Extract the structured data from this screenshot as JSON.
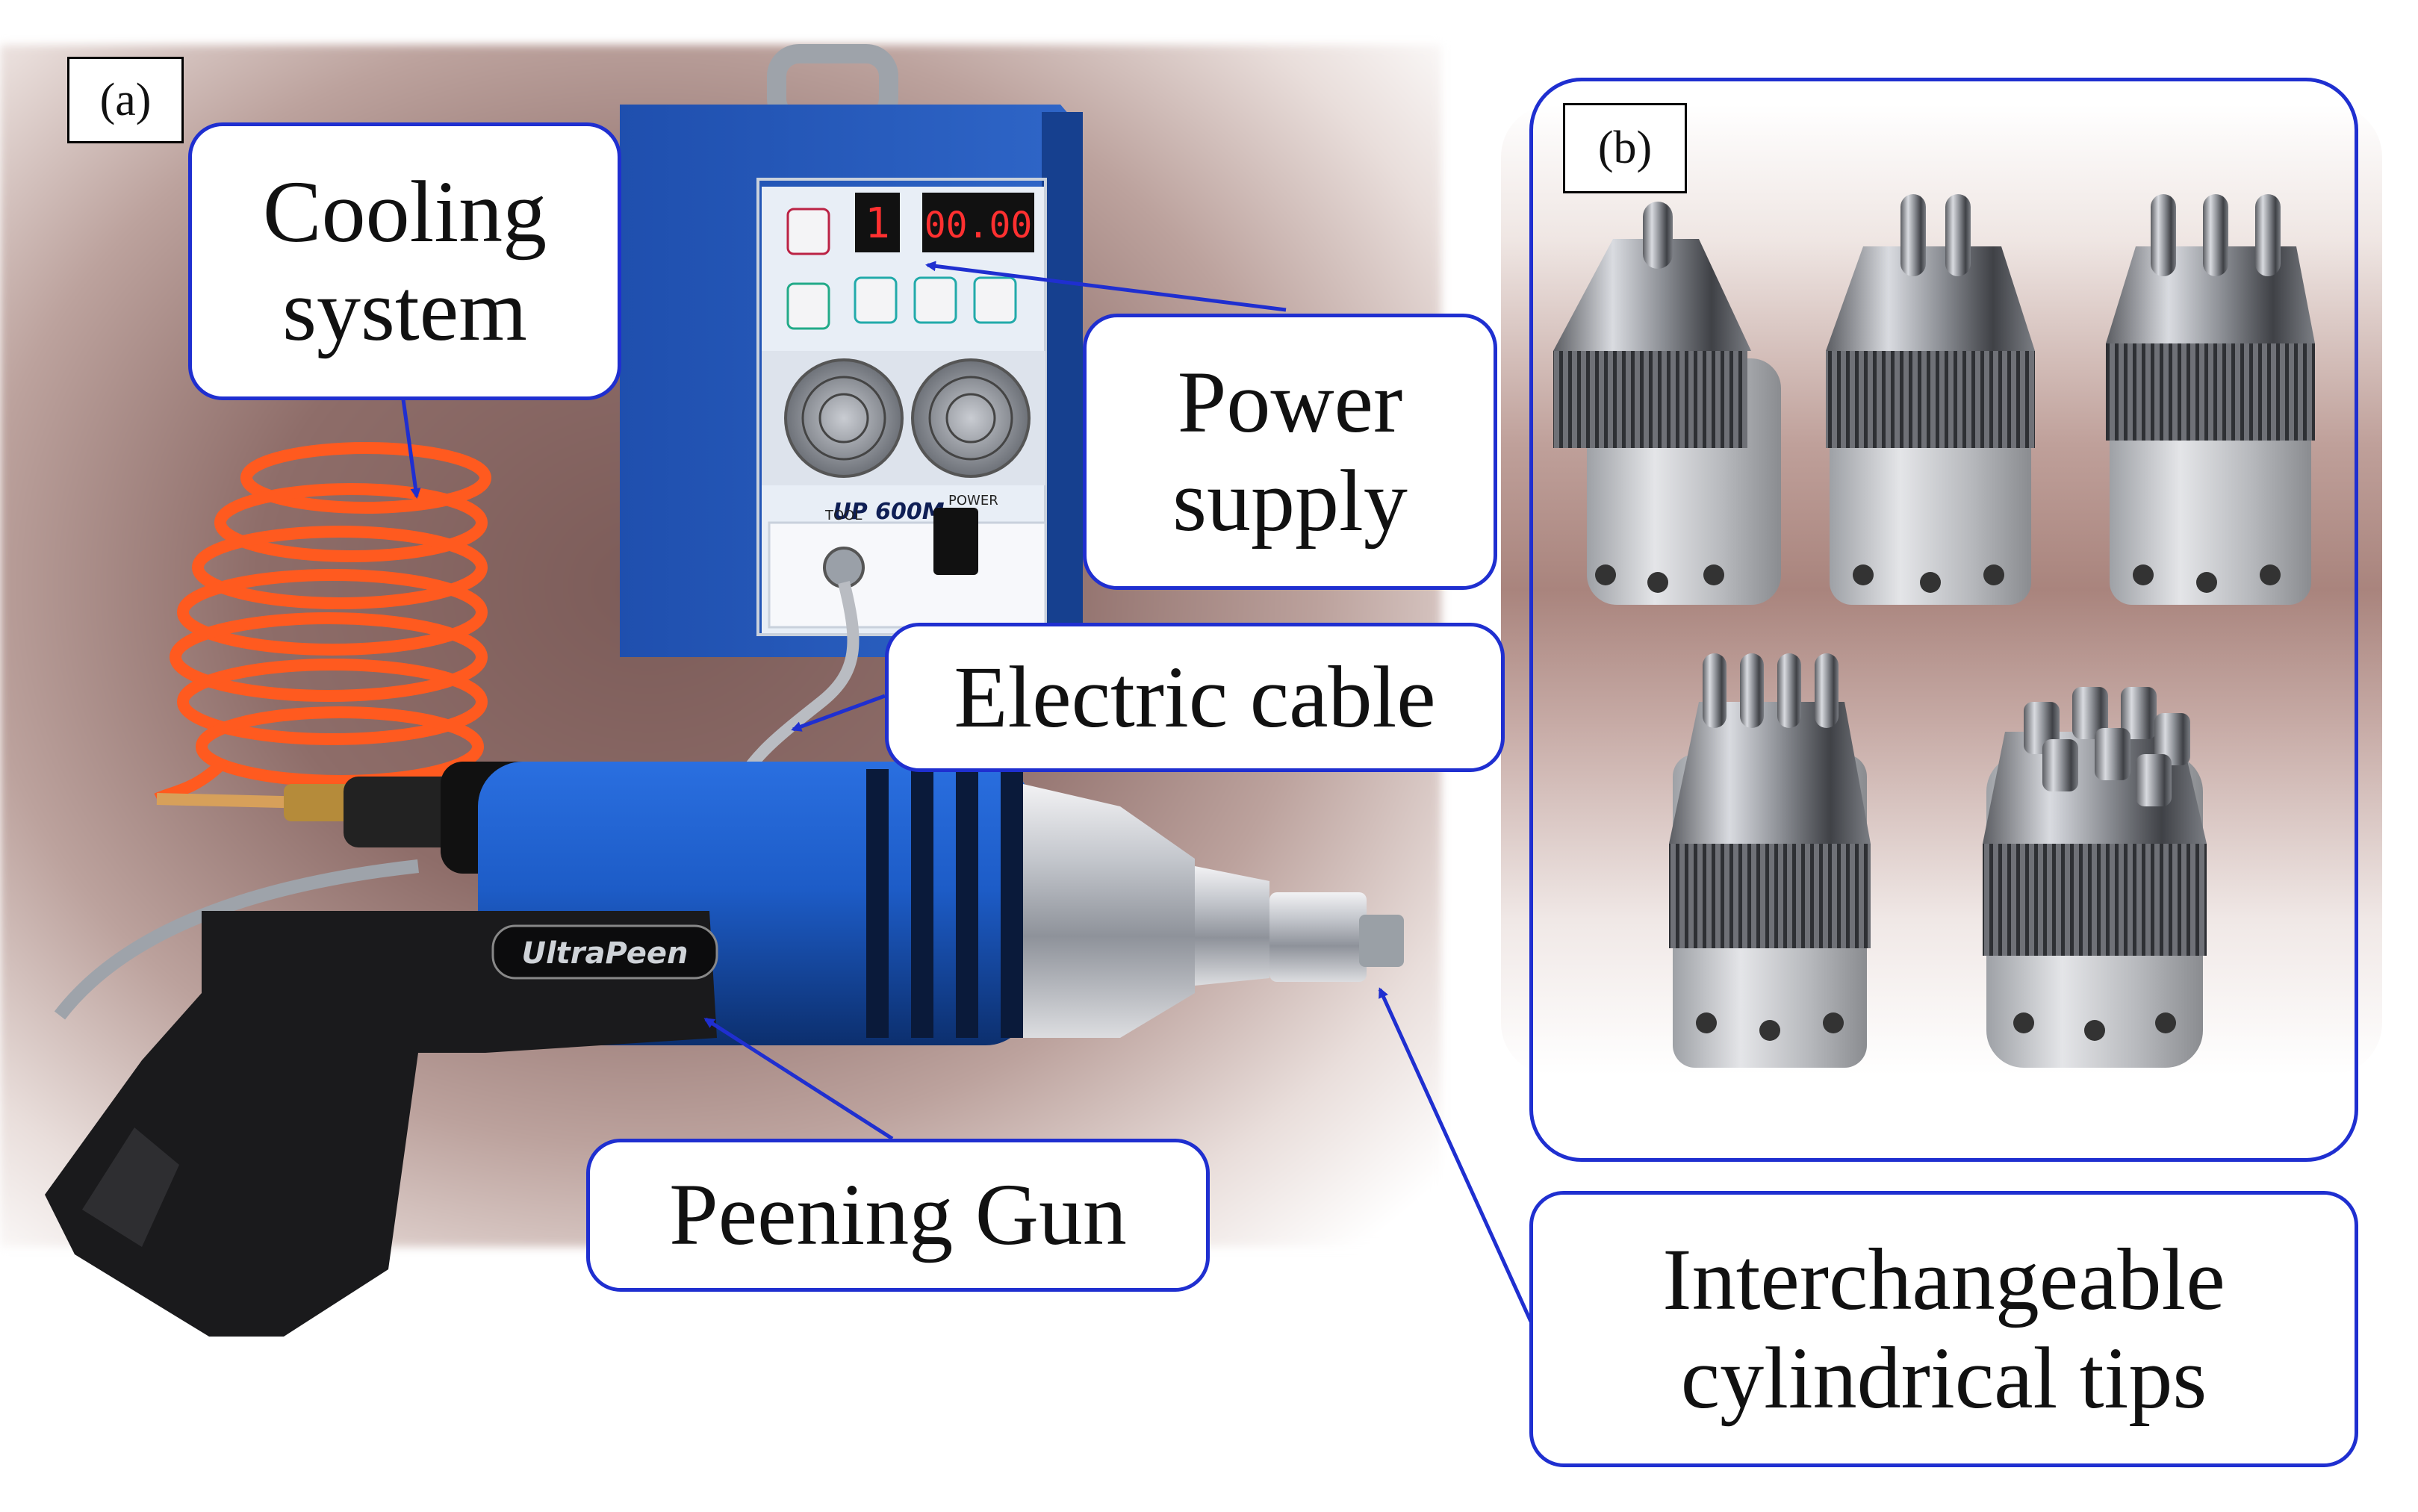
{
  "panel_a": {
    "tag": "(a)",
    "labels": {
      "cooling": "Cooling\nsystem",
      "power": "Power\nsupply",
      "cable": "Electric cable",
      "gun": "Peening Gun"
    },
    "device": {
      "display_left": "1",
      "display_right": "00.00",
      "model": "UP 600M",
      "tool_label": "TOOL",
      "power_label": "POWER",
      "gun_brand": "UltraPeen"
    }
  },
  "panel_b": {
    "tag": "(b)",
    "label": "Interchangeable\ncylindrical tips",
    "tips_pins": [
      1,
      2,
      3,
      4,
      7
    ]
  },
  "colors": {
    "accent_blue": "#1f2fd0",
    "device_blue": "#2756b5",
    "hose_orange": "#ff5a1f",
    "gun_blue": "#1d5cc7",
    "metal": "#c8cbd0"
  }
}
